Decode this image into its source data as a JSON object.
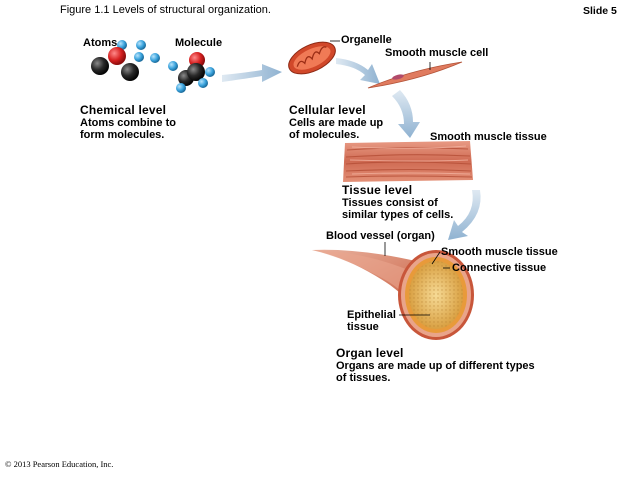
{
  "header": {
    "figure_title": "Figure 1.1  Levels of structural organization.",
    "slide_label": "Slide 5"
  },
  "labels": {
    "atoms": "Atoms",
    "molecule": "Molecule",
    "organelle": "Organelle",
    "smooth_muscle_cell": "Smooth muscle cell",
    "smooth_muscle_tissue": "Smooth muscle tissue",
    "blood_vessel": "Blood vessel (organ)",
    "vessel_smooth_muscle_tissue": "Smooth muscle tissue",
    "connective_tissue": "Connective tissue",
    "epithelial_tissue_line1": "Epithelial",
    "epithelial_tissue_line2": "tissue"
  },
  "levels": {
    "chemical": {
      "title": "Chemical level",
      "line1": "Atoms combine to",
      "line2": "form molecules."
    },
    "cellular": {
      "title": "Cellular level",
      "line1": "Cells are made up",
      "line2": "of molecules."
    },
    "tissue": {
      "title": "Tissue level",
      "line1": "Tissues consist of",
      "line2": "similar types of cells."
    },
    "organ": {
      "title": "Organ level",
      "line1": "Organs are made up of different types",
      "line2": "of tissues."
    }
  },
  "footer": {
    "copyright": "© 2013 Pearson Education, Inc."
  },
  "colors": {
    "arrow": "#a9c4dc",
    "atom_red": "#d62020",
    "atom_blue": "#3aa3dd",
    "atom_black": "#262626",
    "muscle": "#d9785f",
    "vessel_outer": "#c95a3a",
    "connective": "#e8a23a",
    "lumen": "#f0c870"
  }
}
